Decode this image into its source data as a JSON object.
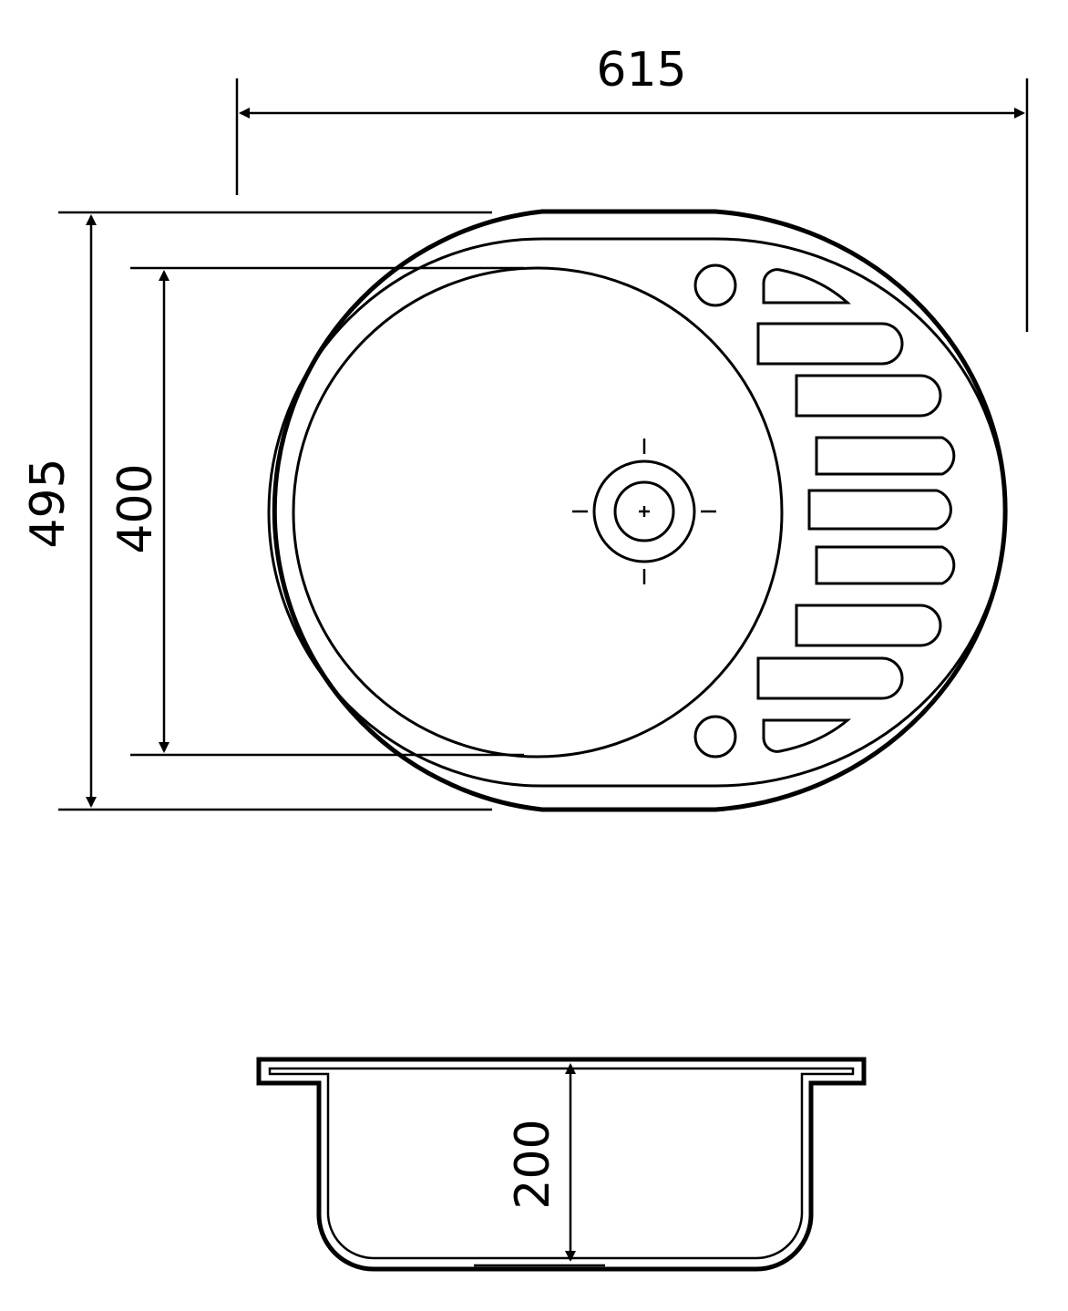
{
  "dimensions": {
    "overall_width": "615",
    "overall_depth": "495",
    "bowl_diameter": "400",
    "bowl_depth": "200"
  },
  "colors": {
    "line": "#000000",
    "background": "#ffffff"
  }
}
